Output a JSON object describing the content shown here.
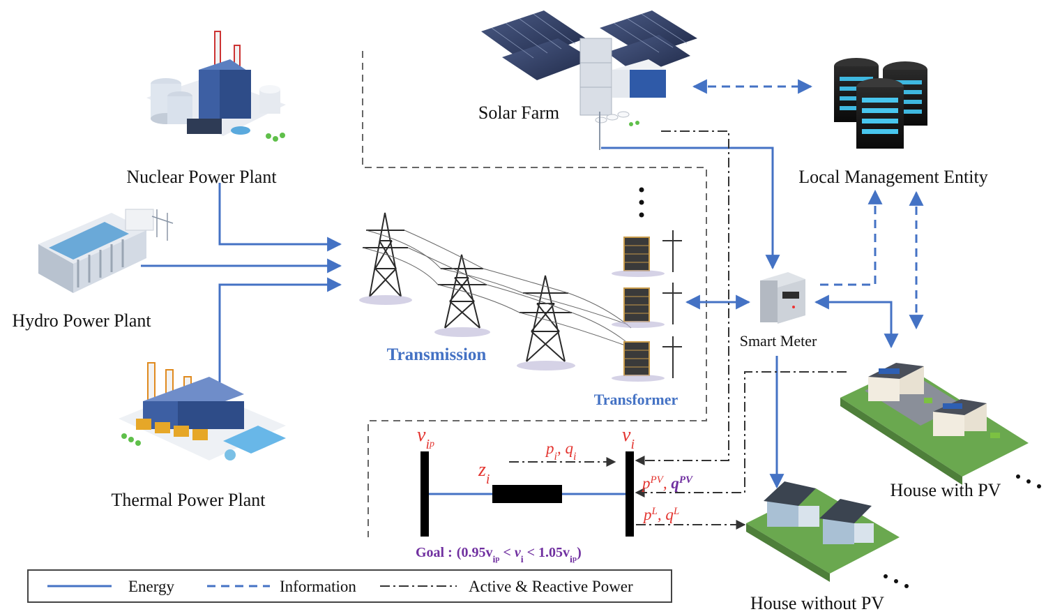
{
  "labels": {
    "nuclear": "Nuclear Power Plant",
    "hydro": "Hydro Power Plant",
    "thermal": "Thermal Power Plant",
    "solar": "Solar Farm",
    "lme": "Local Management Entity",
    "smart_meter": "Smart Meter",
    "transmission": "Transmission",
    "transformer": "Transformer",
    "house_pv": "House with PV",
    "house_nopv": "House without PV"
  },
  "circuit": {
    "v_ip": "v",
    "v_ip_sub": "i",
    "v_ip_subsub": "p",
    "v_i": "v",
    "v_i_sub": "i",
    "z_i": "z",
    "z_i_sub": "i",
    "pq_flow": "p",
    "pq_flow_rest": ", q",
    "pq_sub": "i",
    "p_pv": "p",
    "p_pv_sup": "PV",
    "q_pv": "q",
    "q_pv_sup": "PV",
    "p_l": "p",
    "p_l_sup": "L",
    "q_l": "q",
    "q_l_sup": "L",
    "goal_prefix": "Goal :",
    "goal_expr": "(0.95v",
    "goal_mid": " < v",
    "goal_mid2": " < 1.05v",
    "goal_end": ")"
  },
  "legend": {
    "energy": "Energy",
    "information": "Information",
    "active_reactive": "Active & Reactive Power"
  },
  "colors": {
    "energy": "#4472C4",
    "info": "#4472C4",
    "power": "#333333",
    "accent_red": "#E3342F",
    "accent_purple": "#7030A0"
  },
  "icons": [
    "nuclear-plant-icon",
    "hydro-dam-icon",
    "thermal-plant-icon",
    "solar-farm-icon",
    "server-stack-icon",
    "transmission-tower-icon",
    "transformer-icon",
    "smart-meter-icon",
    "house-pv-icon",
    "house-no-pv-icon"
  ]
}
